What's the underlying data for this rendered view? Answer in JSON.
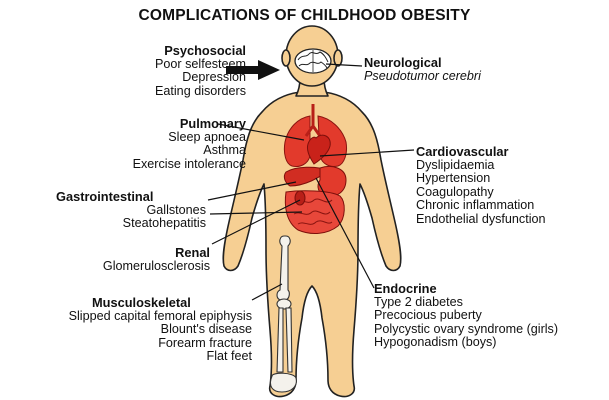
{
  "title": "COMPLICATIONS OF CHILDHOOD OBESITY",
  "colors": {
    "skin": "#f6cf93",
    "organ": "#e23a2c",
    "organ_dark": "#b81f18",
    "outline": "#222222",
    "bone": "#f4f2ec"
  },
  "groups": {
    "psychosocial": {
      "heading": "Psychosocial",
      "items": [
        "Poor selfesteem",
        "Depression",
        "Eating disorders"
      ]
    },
    "neurological": {
      "heading": "Neurological",
      "items": [
        "Pseudotumor cerebri"
      ]
    },
    "pulmonary": {
      "heading": "Pulmonary",
      "items": [
        "Sleep apnoea",
        "Asthma",
        "Exercise intolerance"
      ]
    },
    "cardiovascular": {
      "heading": "Cardiovascular",
      "items": [
        "Dyslipidaemia",
        "Hypertension",
        "Coagulopathy",
        "Chronic inflammation",
        "Endothelial dysfunction"
      ]
    },
    "gastrointestinal": {
      "heading": "Gastrointestinal",
      "items": [
        "Gallstones",
        "Steatohepatitis"
      ]
    },
    "renal": {
      "heading": "Renal",
      "items": [
        "Glomerulosclerosis"
      ]
    },
    "endocrine": {
      "heading": "Endocrine",
      "items": [
        "Type 2 diabetes",
        "Precocious puberty",
        "Polycystic ovary syndrome (girls)",
        "Hypogonadism (boys)"
      ]
    },
    "musculoskeletal": {
      "heading": "Musculoskeletal",
      "items": [
        "Slipped capital femoral epiphysis",
        "Blount's disease",
        "Forearm fracture",
        "Flat feet"
      ]
    }
  }
}
